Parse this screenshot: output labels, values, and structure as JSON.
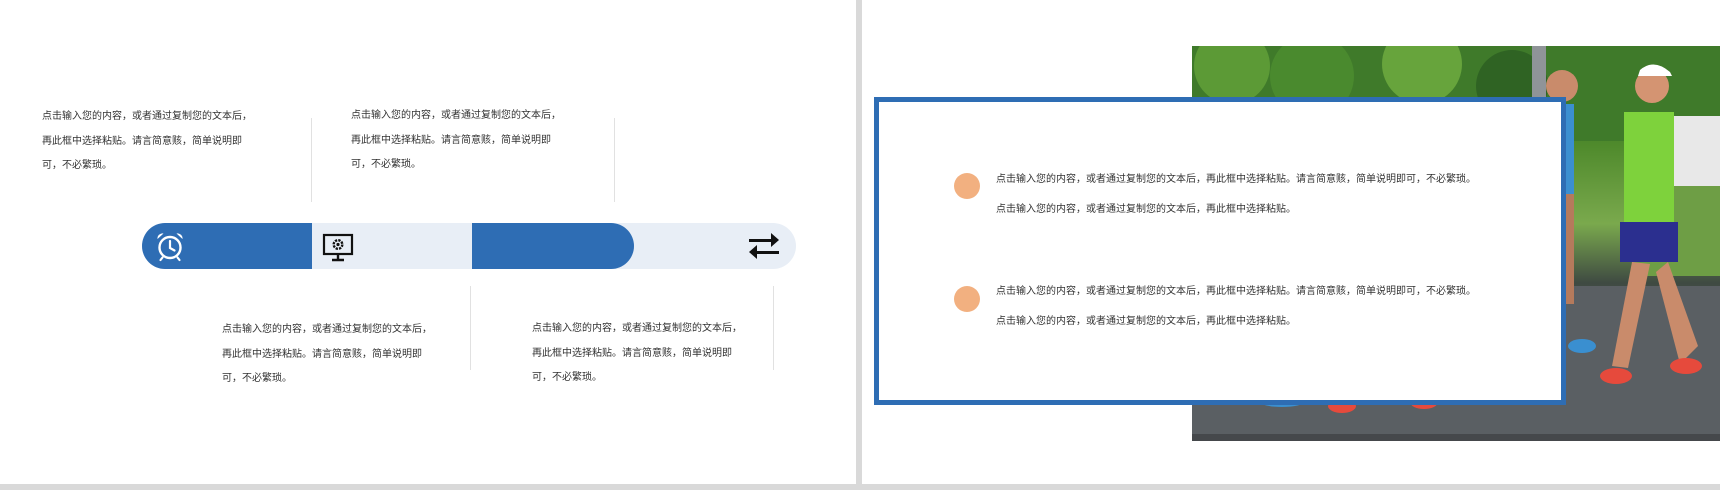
{
  "left_slide": {
    "blocks": [
      {
        "lines": [
          "点击输入您的内容，或者通过复制您的文本后，",
          "再此框中选择粘贴。请言简意赅，简单说明即",
          "可，不必繁琐。"
        ]
      },
      {
        "lines": [
          "点击输入您的内容，或者通过复制您的文本后，",
          "再此框中选择粘贴。请言简意赅，简单说明即",
          "可，不必繁琐。"
        ]
      },
      {
        "lines": [
          "点击输入您的内容，或者通过复制您的文本后，",
          "再此框中选择粘贴。请言简意赅，简单说明即",
          "可，不必繁琐。"
        ]
      },
      {
        "lines": [
          "点击输入您的内容，或者通过复制您的文本后，",
          "再此框中选择粘贴。请言简意赅，简单说明即",
          "可，不必繁琐。"
        ]
      }
    ],
    "timeline": {
      "colors": {
        "primary": "#2e6db4",
        "light": "#e8eef6"
      },
      "icons": [
        "alarm-clock-icon",
        "monitor-gear-icon",
        "share-icon",
        "swap-arrows-icon"
      ]
    }
  },
  "right_slide": {
    "items": [
      {
        "lines": [
          "点击输入您的内容，或者通过复制您的文本后，再此框中选择粘贴。请言简意赅，简单说明即可，不必繁琐。",
          "点击输入您的内容，或者通过复制您的文本后，再此框中选择粘贴。"
        ]
      },
      {
        "lines": [
          "点击输入您的内容，或者通过复制您的文本后，再此框中选择粘贴。请言简意赅，简单说明即可，不必繁琐。",
          "点击输入您的内容，或者通过复制您的文本后，再此框中选择粘贴。"
        ]
      }
    ],
    "colors": {
      "frame": "#2e6db4",
      "bullet": "#f2b080"
    },
    "photo": "marathon-runners-photo"
  }
}
